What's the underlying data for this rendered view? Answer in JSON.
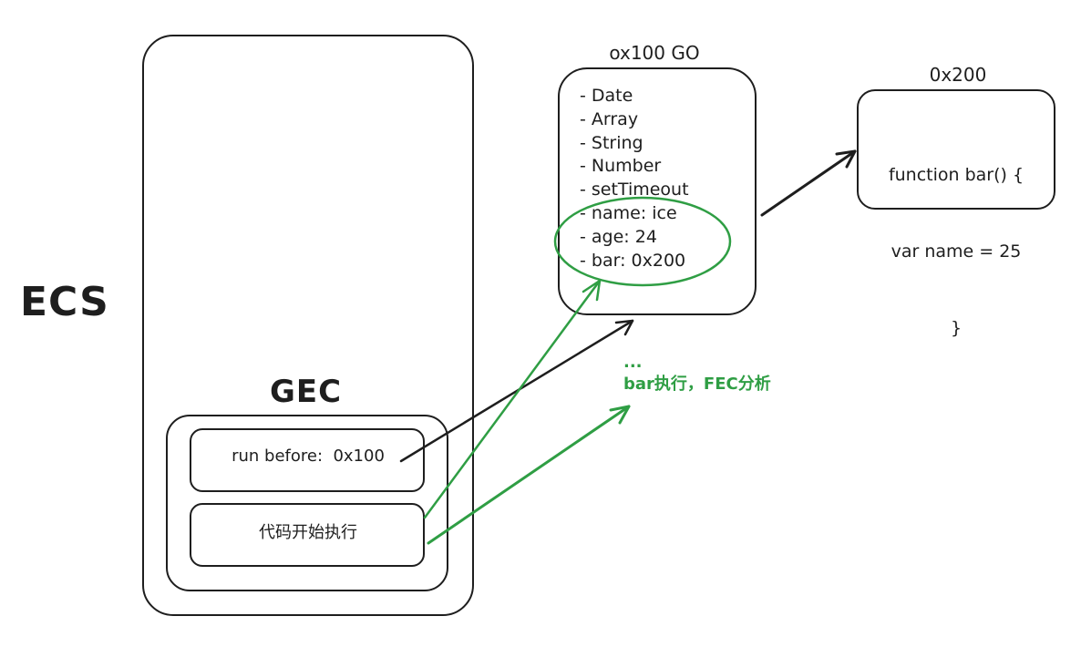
{
  "colors": {
    "stroke": "#1e1e1e",
    "highlight": "#2f9e44",
    "background": "#ffffff"
  },
  "ecs": {
    "label": "ECS"
  },
  "gec": {
    "label": "GEC",
    "run_before": "run before:  0x100",
    "code_start": "代码开始执行"
  },
  "go": {
    "title": "ox100 GO",
    "items": [
      "- Date",
      "- Array",
      "- String",
      "- Number",
      "- setTimeout",
      "- name: ice",
      "- age: 24",
      "- bar: 0x200"
    ]
  },
  "func_object": {
    "title": "0x200",
    "lines": [
      "function bar() {",
      "var name = 25",
      "}"
    ]
  },
  "annotation": {
    "ellipsis": "...",
    "text": "bar执行，FEC分析"
  }
}
